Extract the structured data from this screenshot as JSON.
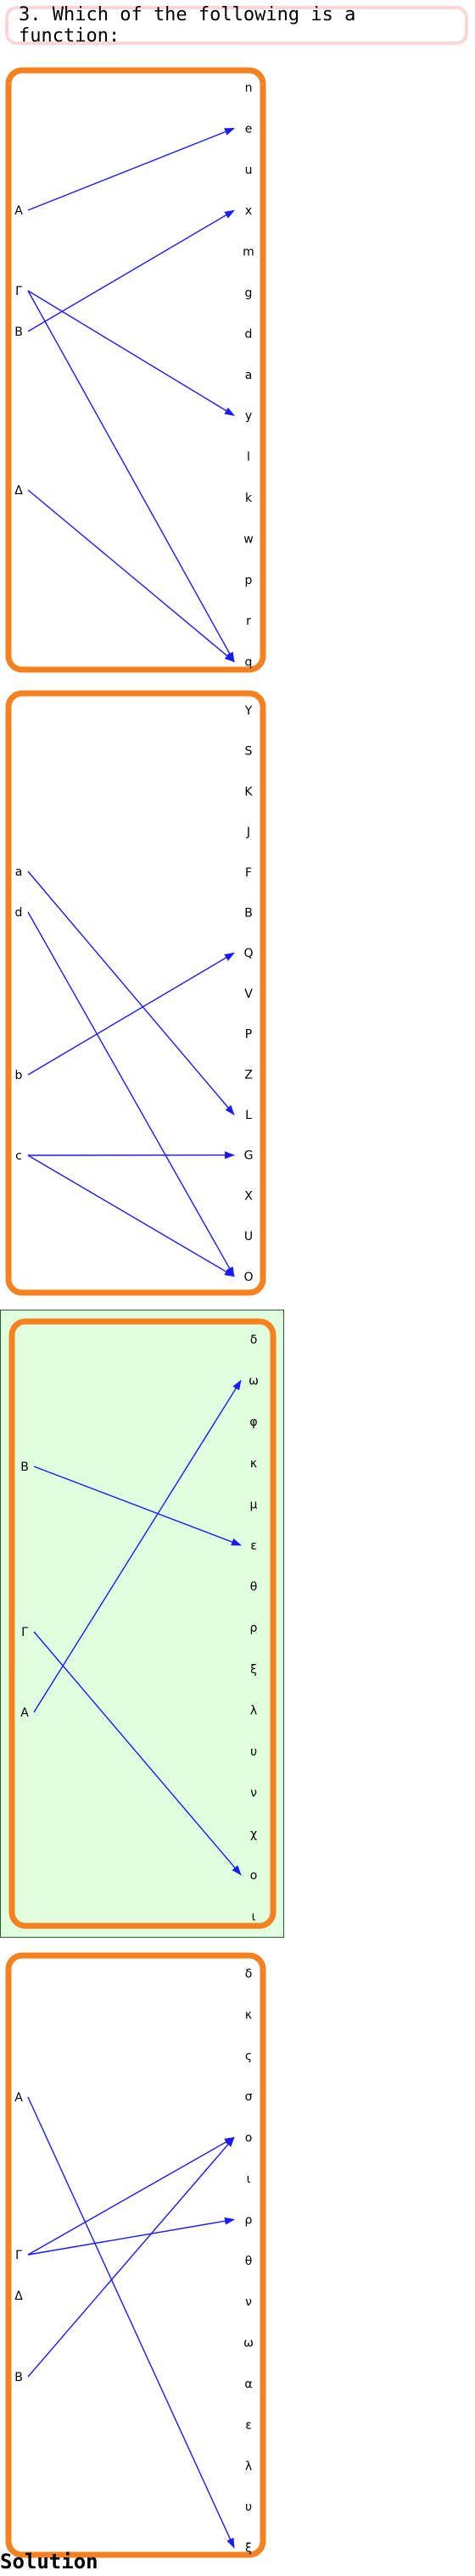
{
  "question": "3. Which of the following is a function:",
  "solution_label": "Solution",
  "colors": {
    "frame": "#f5821f",
    "arrow": "#1a1aff",
    "highlight_bg": "#dfffdf",
    "highlight_border": "#2e5a2e",
    "question_border": "#ffd5d5"
  },
  "options": [
    {
      "id": "option-1",
      "highlighted": false,
      "left": [
        "A",
        "Γ",
        "B",
        "Δ"
      ],
      "right": [
        "n",
        "e",
        "u",
        "x",
        "m",
        "g",
        "d",
        "a",
        "y",
        "l",
        "k",
        "w",
        "p",
        "r",
        "q"
      ],
      "mapping": [
        [
          "A",
          "e"
        ],
        [
          "Γ",
          "y"
        ],
        [
          "Γ",
          "q"
        ],
        [
          "B",
          "x"
        ],
        [
          "Δ",
          "q"
        ]
      ]
    },
    {
      "id": "option-2",
      "highlighted": false,
      "left": [
        "a",
        "d",
        "b",
        "c"
      ],
      "right": [
        "Y",
        "S",
        "K",
        "J",
        "F",
        "B",
        "Q",
        "V",
        "P",
        "Z",
        "L",
        "G",
        "X",
        "U",
        "O"
      ],
      "mapping": [
        [
          "a",
          "L"
        ],
        [
          "d",
          "O"
        ],
        [
          "b",
          "Q"
        ],
        [
          "c",
          "G"
        ],
        [
          "c",
          "O"
        ]
      ]
    },
    {
      "id": "option-3",
      "highlighted": true,
      "left": [
        "B",
        "Γ",
        "A"
      ],
      "right": [
        "δ",
        "ω",
        "φ",
        "κ",
        "μ",
        "ε",
        "θ",
        "ρ",
        "ξ",
        "λ",
        "υ",
        "ν",
        "χ",
        "ο",
        "ι"
      ],
      "mapping": [
        [
          "B",
          "ε"
        ],
        [
          "Γ",
          "ο"
        ],
        [
          "A",
          "ω"
        ]
      ]
    },
    {
      "id": "option-4",
      "highlighted": false,
      "left": [
        "A",
        "Γ",
        "Δ",
        "B"
      ],
      "right": [
        "δ",
        "κ",
        "ς",
        "σ",
        "ο",
        "ι",
        "ρ",
        "θ",
        "ν",
        "ω",
        "α",
        "ε",
        "λ",
        "υ",
        "ξ"
      ],
      "mapping": [
        [
          "A",
          "ξ"
        ],
        [
          "Γ",
          "ο"
        ],
        [
          "Γ",
          "ρ"
        ],
        [
          "B",
          "ο"
        ]
      ]
    }
  ]
}
